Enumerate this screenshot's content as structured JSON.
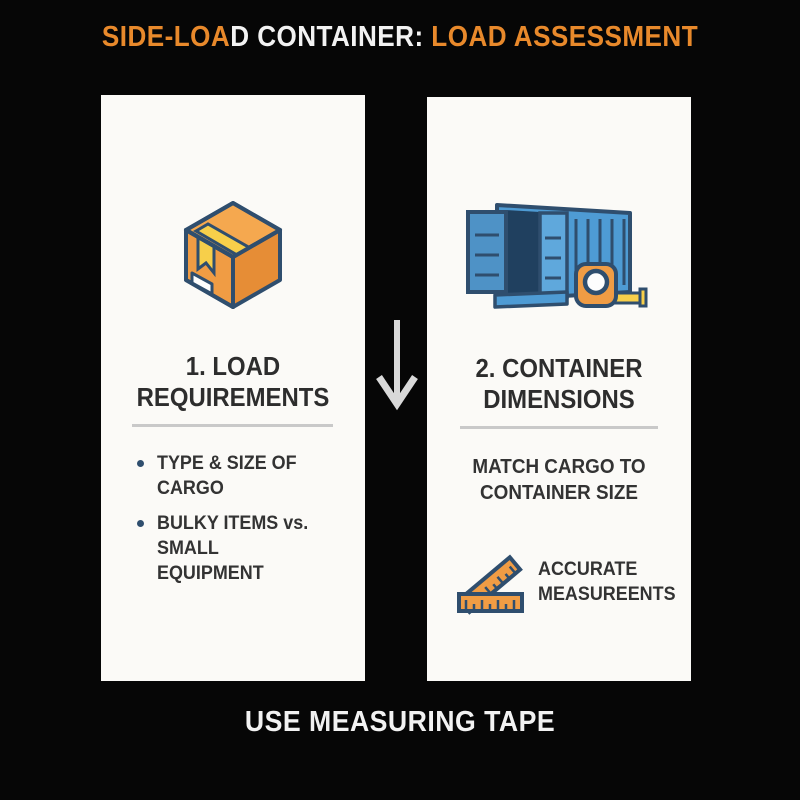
{
  "title": {
    "part1": "SIDE-LOA",
    "part2": "D CONTAINER: ",
    "part3": "LOAD ASSESSMENT"
  },
  "cards": {
    "left": {
      "icon": "cardboard-box-icon",
      "heading": "1. LOAD\nREQUIREMENTS",
      "bullets": [
        "TYPE & SIZE OF\nCARGO",
        "BULKY ITEMS vs. SMALL\nEQUIPMENT"
      ]
    },
    "right": {
      "icon": "shipping-container-icon",
      "heading": "2. CONTAINER\nDIMENSIONS",
      "note": "MATCH CARGO TO\nCONTAINER SIZE",
      "measure_icon": "ruler-icon",
      "measure_label": "ACCURATE\nMEASUREENTS"
    }
  },
  "arrow_icon": "down-arrow-icon",
  "footer": {
    "caption": "USE MEASURING TAPE"
  },
  "colors": {
    "bg": "#060606",
    "accent_orange": "#E8892B",
    "title_white": "#F2F2F2",
    "card_bg": "#FBFAF7",
    "heading": "#2D2D2D",
    "body_text": "#333333",
    "divider": "#C9C9C9",
    "bullet_navy": "#2F4E6E",
    "icon_navy": "#2F4E6E",
    "icon_orange": "#F09C44",
    "icon_orange_light": "#F5A84F",
    "icon_orange_dark": "#E68D36",
    "icon_yellow": "#F7CF4A",
    "icon_blue": "#4E9BD4",
    "icon_blue_mid": "#4E92C6",
    "icon_blue_light": "#5FA8DC",
    "icon_blue_dark": "#20405F",
    "arrow_gray": "#D9D9D9",
    "footer_white": "#F2F2F2"
  }
}
